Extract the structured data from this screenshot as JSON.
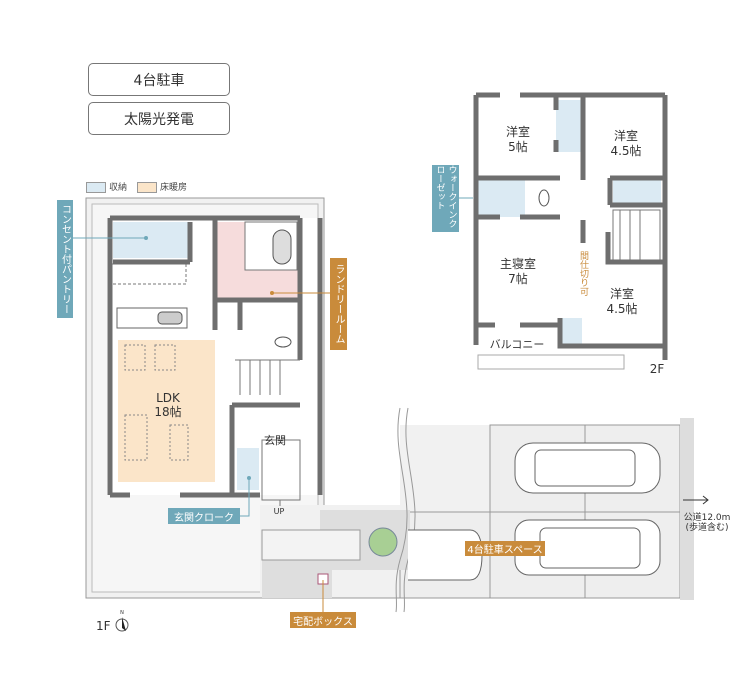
{
  "features": [
    "4台駐車",
    "太陽光発電"
  ],
  "legend": {
    "storage": "収納",
    "floor_heating": "床暖房"
  },
  "colors": {
    "storage": "#dbeaf3",
    "floor_heating": "#fbe5c9",
    "laundry": "#f6dcdc",
    "label_blue": "#6fa8b9",
    "label_orange": "#c98b3b",
    "wall": "#6e6e6e"
  },
  "floor1": {
    "label": "1F",
    "rooms": {
      "ldk": "LDK",
      "ldk_size": "18帖",
      "entrance": "玄関",
      "up": "UP"
    },
    "callouts": {
      "pantry": "コンセント付パントリー",
      "laundry": "ランドリールーム",
      "entrance_cloak": "玄関クローク",
      "parking": "4台駐車スペース",
      "delivery_box": "宅配ボックス"
    },
    "road": "公道12.0m",
    "road_note": "(歩道含む)",
    "north": "N"
  },
  "floor2": {
    "label": "2F",
    "rooms": [
      {
        "name": "洋室",
        "size": "5帖"
      },
      {
        "name": "洋室",
        "size": "4.5帖"
      },
      {
        "name": "主寝室",
        "size": "7帖"
      },
      {
        "name": "洋室",
        "size": "4.5帖"
      }
    ],
    "balcony": "バルコニー",
    "partition": "間仕切り可",
    "walkin": "ウォークインクローゼット"
  }
}
